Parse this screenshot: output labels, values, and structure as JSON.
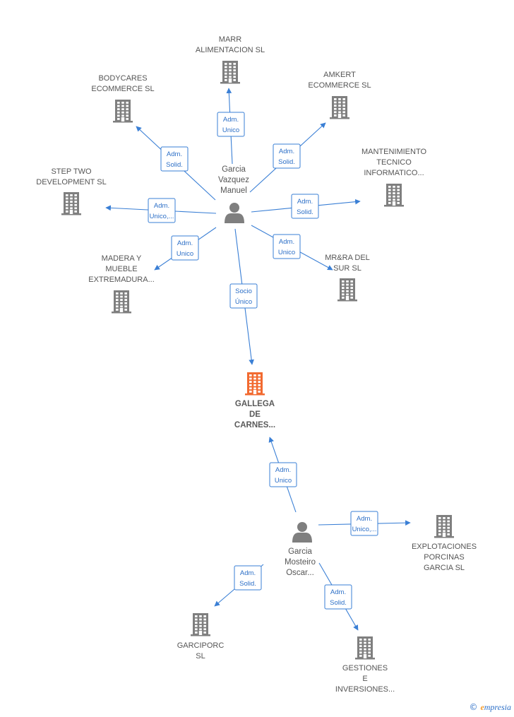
{
  "colors": {
    "company": "#7f7f7f",
    "main_company": "#f26a30",
    "person": "#7f7f7f",
    "edge": "#3a7fd5"
  },
  "people": [
    {
      "id": "p1",
      "lines": [
        "Garcia",
        "Vazquez",
        "Manuel"
      ]
    },
    {
      "id": "p2",
      "lines": [
        "Garcia",
        "Mosteiro",
        "Oscar..."
      ]
    }
  ],
  "companies": [
    {
      "id": "marr",
      "lines": [
        "MARR",
        "ALIMENTACION SL"
      ],
      "main": false
    },
    {
      "id": "bodycares",
      "lines": [
        "BODYCARES",
        "ECOMMERCE SL"
      ],
      "main": false
    },
    {
      "id": "amkert",
      "lines": [
        "AMKERT",
        "ECOMMERCE SL"
      ],
      "main": false
    },
    {
      "id": "mantenimiento",
      "lines": [
        "MANTENIMIENTO",
        "TECNICO",
        "INFORMATICO..."
      ],
      "main": false
    },
    {
      "id": "steptwo",
      "lines": [
        "STEP TWO",
        "DEVELOPMENT SL"
      ],
      "main": false
    },
    {
      "id": "madera",
      "lines": [
        "MADERA Y",
        "MUEBLE",
        "EXTREMADURA..."
      ],
      "main": false
    },
    {
      "id": "mrra",
      "lines": [
        "MR&RA DEL",
        "SUR  SL"
      ],
      "main": false
    },
    {
      "id": "gallega",
      "lines": [
        "GALLEGA",
        "DE",
        "CARNES..."
      ],
      "main": true
    },
    {
      "id": "explotaciones",
      "lines": [
        "EXPLOTACIONES",
        "PORCINAS",
        "GARCIA  SL"
      ],
      "main": false
    },
    {
      "id": "garciporc",
      "lines": [
        "GARCIPORC",
        "SL"
      ],
      "main": false
    },
    {
      "id": "gestiones",
      "lines": [
        "GESTIONES",
        "E",
        "INVERSIONES..."
      ],
      "main": false
    }
  ],
  "edges": [
    {
      "from": "p1",
      "to": "marr",
      "label": [
        "Adm.",
        "Unico"
      ]
    },
    {
      "from": "p1",
      "to": "bodycares",
      "label": [
        "Adm.",
        "Solid."
      ]
    },
    {
      "from": "p1",
      "to": "amkert",
      "label": [
        "Adm.",
        "Solid."
      ]
    },
    {
      "from": "p1",
      "to": "mantenimiento",
      "label": [
        "Adm.",
        "Solid."
      ]
    },
    {
      "from": "p1",
      "to": "steptwo",
      "label": [
        "Adm.",
        "Unico,..."
      ]
    },
    {
      "from": "p1",
      "to": "madera",
      "label": [
        "Adm.",
        "Unico"
      ]
    },
    {
      "from": "p1",
      "to": "mrra",
      "label": [
        "Adm.",
        "Unico"
      ]
    },
    {
      "from": "p1",
      "to": "gallega",
      "label": [
        "Socio",
        "Único"
      ]
    },
    {
      "from": "p2",
      "to": "gallega",
      "label": [
        "Adm.",
        "Unico"
      ]
    },
    {
      "from": "p2",
      "to": "explotaciones",
      "label": [
        "Adm.",
        "Unico,..."
      ]
    },
    {
      "from": "p2",
      "to": "garciporc",
      "label": [
        "Adm.",
        "Solid."
      ]
    },
    {
      "from": "p2",
      "to": "gestiones",
      "label": [
        "Adm.",
        "Solid."
      ]
    }
  ],
  "brand": {
    "copyright": "©",
    "initial": "e",
    "name": "mpresia"
  }
}
